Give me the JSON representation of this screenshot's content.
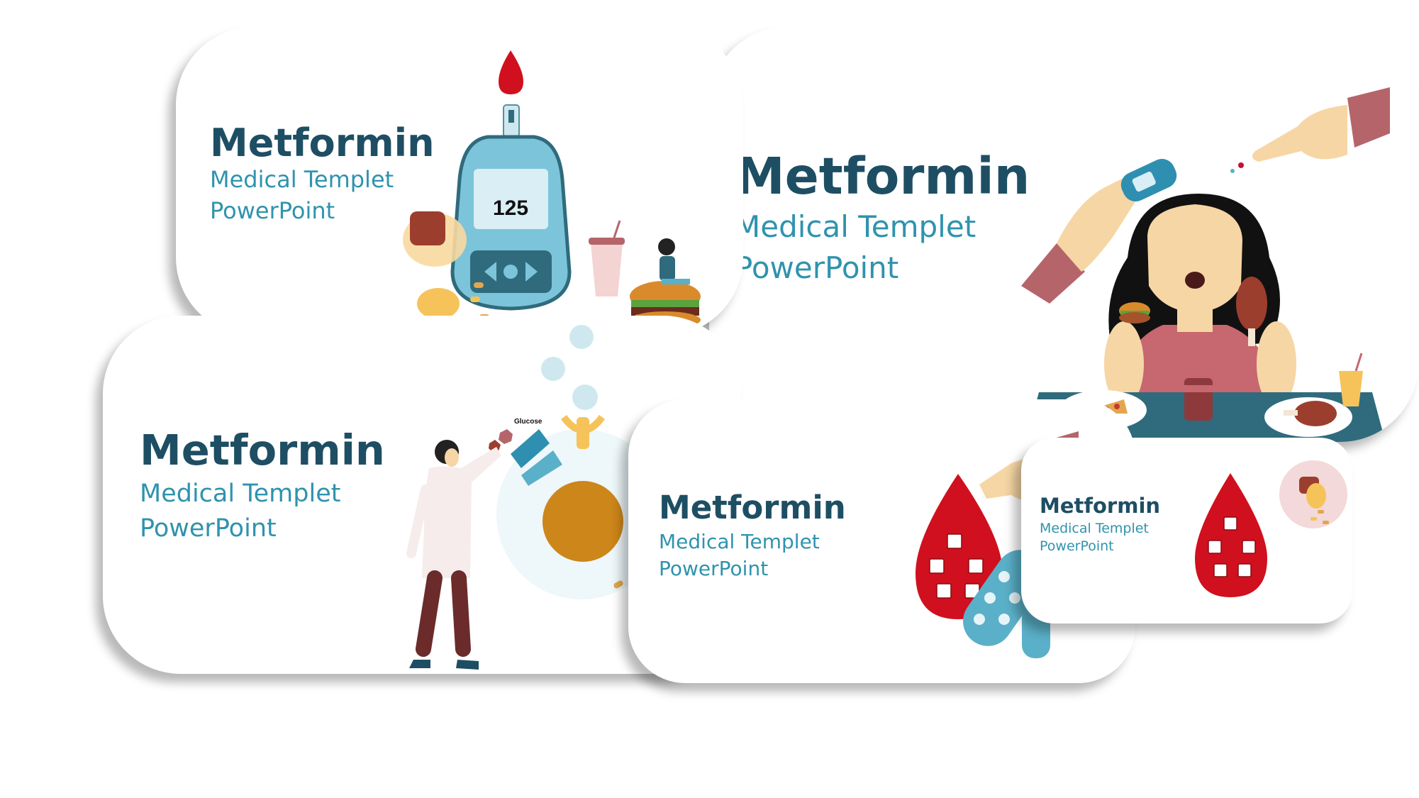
{
  "slides": [
    {
      "title": "Metformin",
      "subtitle_1": "Medical Templet",
      "subtitle_2": "PowerPoint",
      "glucometer_reading": "125"
    },
    {
      "title": "Metformin",
      "subtitle_1": "Medical Templet",
      "subtitle_2": "PowerPoint"
    },
    {
      "title": "Metformin",
      "subtitle_1": "Medical Templet",
      "subtitle_2": "PowerPoint",
      "flask_label": "Glucose"
    },
    {
      "title": "Metformin",
      "subtitle_1": "Medical Templet",
      "subtitle_2": "PowerPoint"
    },
    {
      "title": "Metformin",
      "subtitle_1": "Medical Templet",
      "subtitle_2": "PowerPoint"
    }
  ],
  "colors": {
    "title": "#1e4e63",
    "subtitle": "#2f93ae",
    "blood_red": "#d0101e",
    "teal": "#2f6b7d",
    "skin": "#f6d6a4",
    "pill_blue": "#5ab0c8"
  },
  "icons": [
    "blood-drop-icon",
    "glucometer-icon",
    "pill-bottle-icon",
    "burger-icon",
    "pizza-icon",
    "sugar-cube-icon",
    "pill-blister-icon",
    "lab-scientist-icon",
    "cell-icon"
  ]
}
